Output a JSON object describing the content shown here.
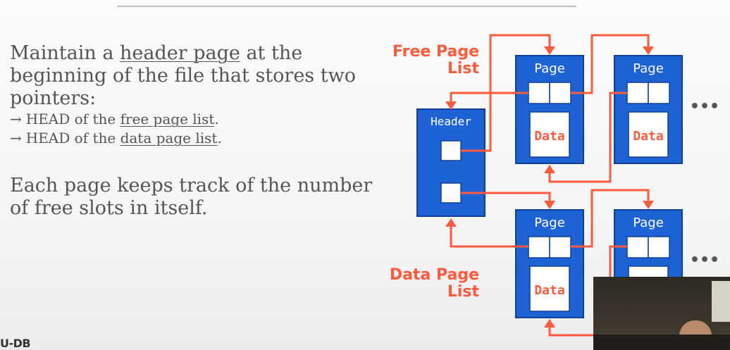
{
  "slide": {
    "para1": {
      "pre": "Maintain a ",
      "link": "header page",
      "post": " at the beginning of the file that stores two pointers:"
    },
    "bullets": [
      {
        "arrow": "→",
        "pre": "HEAD of the ",
        "link": "free page list",
        "post": "."
      },
      {
        "arrow": "→",
        "pre": "HEAD of the ",
        "link": "data page list",
        "post": "."
      }
    ],
    "para2": "Each page keeps track of the number of free slots in itself.",
    "footer": "U-DB"
  },
  "diagram": {
    "free_list_label": [
      "Free Page",
      "List"
    ],
    "data_list_label": [
      "Data Page",
      "List"
    ],
    "header_label": "Header",
    "page_label": "Page",
    "data_label": "Data",
    "ellipsis": "•••",
    "colors": {
      "box": "#1e63d6",
      "arrow": "#ff5a3c",
      "text": "#555555"
    }
  }
}
